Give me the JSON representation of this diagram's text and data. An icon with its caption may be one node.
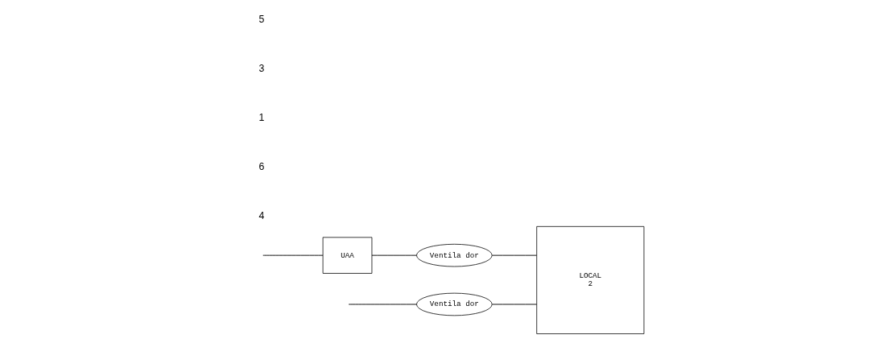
{
  "diagram": {
    "nodes": [
      {
        "text": [
          "Ventila dor"
        ]
      },
      {
        "text": [
          "LOCAL",
          "2"
        ]
      },
      {
        "text": [
          "UAA"
        ]
      },
      {
        "text": [
          "Ventila dor"
        ]
      }
    ],
    "edges": [
      {
        "from": null,
        "to": 0,
        "arrow": "none"
      },
      {
        "from": 0,
        "to": 1,
        "arrow": "none"
      },
      {
        "from": null,
        "to": 2,
        "arrow": "none"
      },
      {
        "from": 2,
        "to": 3,
        "arrow": "none"
      },
      {
        "from": 3,
        "to": 1,
        "arrow": "none"
      }
    ],
    "labels": [
      "4",
      "6",
      "1",
      "3",
      "5"
    ]
  }
}
